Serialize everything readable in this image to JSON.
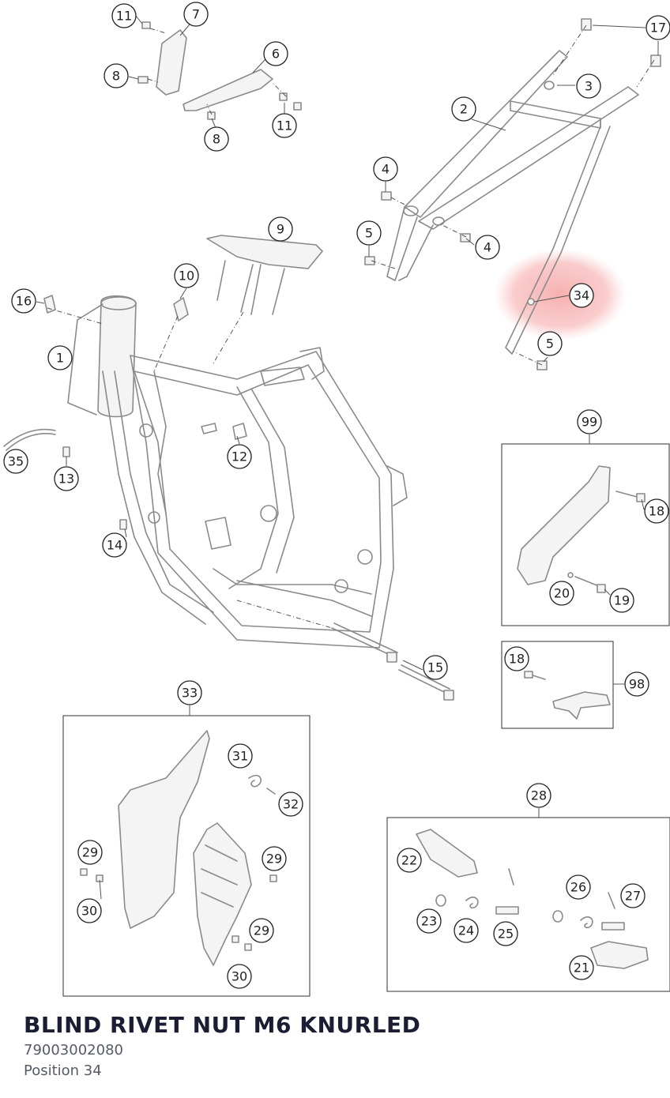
{
  "diagram": {
    "callouts": [
      {
        "id": "c11a",
        "label": "11"
      },
      {
        "id": "c7",
        "label": "7"
      },
      {
        "id": "c8a",
        "label": "8"
      },
      {
        "id": "c6",
        "label": "6"
      },
      {
        "id": "c11b",
        "label": "11"
      },
      {
        "id": "c8b",
        "label": "8"
      },
      {
        "id": "c17",
        "label": "17"
      },
      {
        "id": "c3",
        "label": "3"
      },
      {
        "id": "c2",
        "label": "2"
      },
      {
        "id": "c4a",
        "label": "4"
      },
      {
        "id": "c5a",
        "label": "5"
      },
      {
        "id": "c4b",
        "label": "4"
      },
      {
        "id": "c9",
        "label": "9"
      },
      {
        "id": "c10",
        "label": "10"
      },
      {
        "id": "c16",
        "label": "16"
      },
      {
        "id": "c1",
        "label": "1"
      },
      {
        "id": "c34",
        "label": "34"
      },
      {
        "id": "c5b",
        "label": "5"
      },
      {
        "id": "c35",
        "label": "35"
      },
      {
        "id": "c13",
        "label": "13"
      },
      {
        "id": "c12",
        "label": "12"
      },
      {
        "id": "c14",
        "label": "14"
      },
      {
        "id": "c99",
        "label": "99"
      },
      {
        "id": "c18a",
        "label": "18"
      },
      {
        "id": "c20",
        "label": "20"
      },
      {
        "id": "c19",
        "label": "19"
      },
      {
        "id": "c15",
        "label": "15"
      },
      {
        "id": "c18b",
        "label": "18"
      },
      {
        "id": "c98",
        "label": "98"
      },
      {
        "id": "c33",
        "label": "33"
      },
      {
        "id": "c31",
        "label": "31"
      },
      {
        "id": "c32",
        "label": "32"
      },
      {
        "id": "c29a",
        "label": "29"
      },
      {
        "id": "c29b",
        "label": "29"
      },
      {
        "id": "c30a",
        "label": "30"
      },
      {
        "id": "c29c",
        "label": "29"
      },
      {
        "id": "c30b",
        "label": "30"
      },
      {
        "id": "c28",
        "label": "28"
      },
      {
        "id": "c22",
        "label": "22"
      },
      {
        "id": "c26",
        "label": "26"
      },
      {
        "id": "c27",
        "label": "27"
      },
      {
        "id": "c23",
        "label": "23"
      },
      {
        "id": "c24",
        "label": "24"
      },
      {
        "id": "c25",
        "label": "25"
      },
      {
        "id": "c21",
        "label": "21"
      }
    ],
    "highlight": {
      "label": "34",
      "color": "#f08080"
    }
  },
  "part": {
    "name": "BLIND RIVET NUT M6 KNURLED",
    "number": "79003002080",
    "position": "Position 34"
  }
}
